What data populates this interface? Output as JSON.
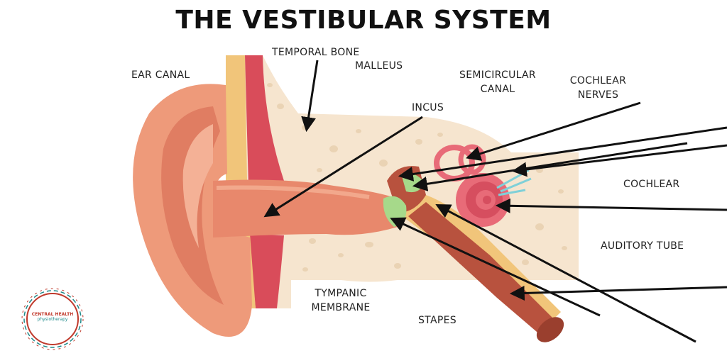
{
  "title": "THE VESTIBULAR SYSTEM",
  "labels": {
    "ear_canal": "EAR CANAL",
    "temporal_bone": "TEMPORAL BONE",
    "malleus": "MALLEUS",
    "semicircular_canal_line1": "SEMICIRCULAR",
    "semicircular_canal_line2": "CANAL",
    "cochlear_nerves_line1": "COCHLEAR",
    "cochlear_nerves_line2": "NERVES",
    "incus": "INCUS",
    "cochlear": "COCHLEAR",
    "auditory_tube": "AUDITORY TUBE",
    "tympanic_membrane_line1": "TYMPANIC",
    "tympanic_membrane_line2": "MEMBRANE",
    "stapes": "STAPES"
  },
  "logo": {
    "line1": "CENTRAL HEALTH",
    "line2": "physiotherapy"
  },
  "colors": {
    "bone": "#f6e5cf",
    "ear_skin": "#ee9a7a",
    "canal": "#e8886c",
    "tube": "#b8523e",
    "cochlea": "#e86b78",
    "membrane": "#a6d98a",
    "nerve": "#7fd0d8",
    "arrow": "#111111"
  }
}
